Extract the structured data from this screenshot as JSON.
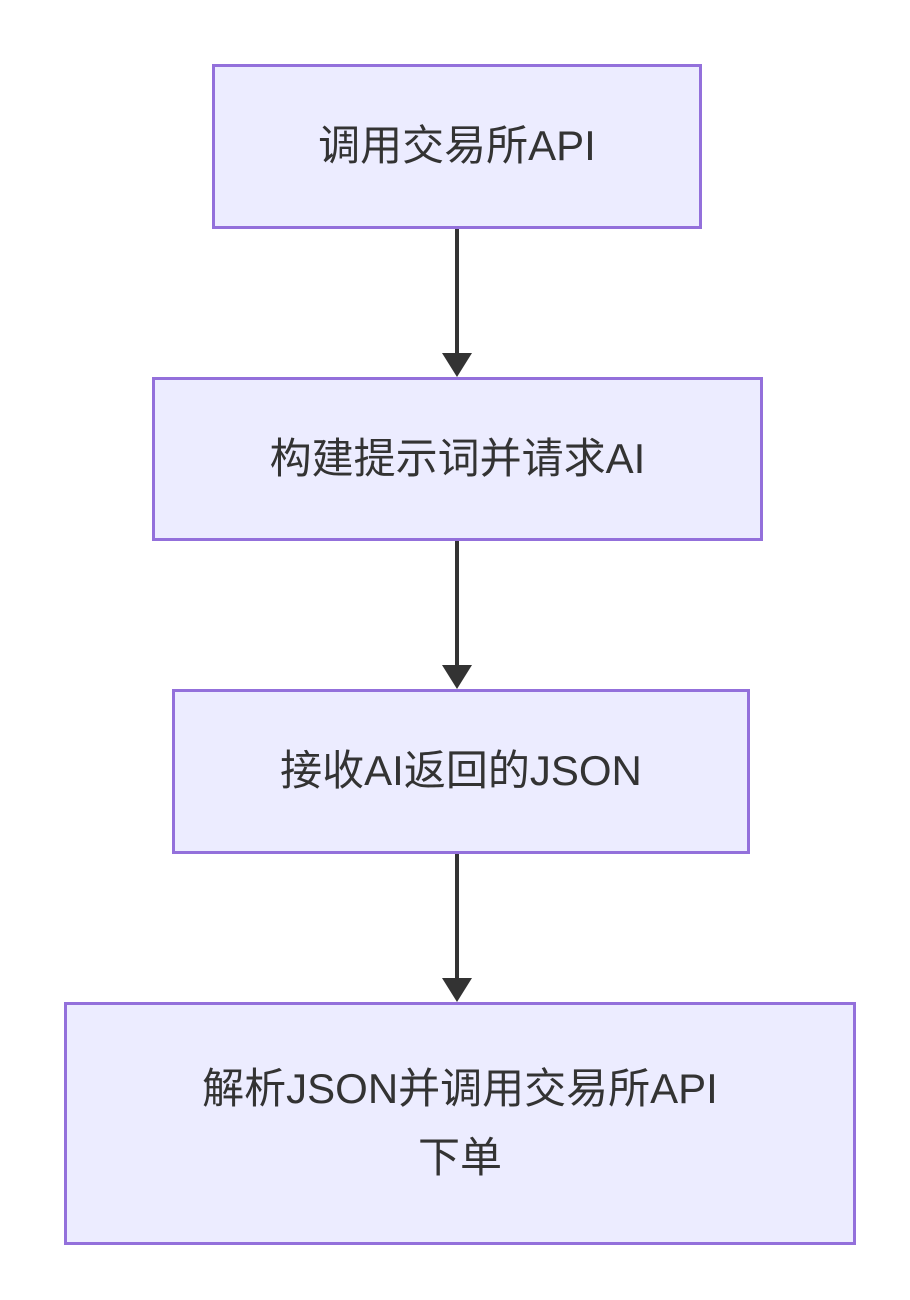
{
  "diagram": {
    "type": "flowchart",
    "direction": "top-down",
    "colors": {
      "background": "#ffffff",
      "node_fill": "#ececff",
      "node_border": "#9370db",
      "arrow_color": "#333333",
      "text_color": "#333333"
    },
    "nodes": [
      {
        "id": "step-1",
        "label": "调用交易所API"
      },
      {
        "id": "step-2",
        "label": "构建提示词并请求AI"
      },
      {
        "id": "step-3",
        "label": "接收AI返回的JSON"
      },
      {
        "id": "step-4",
        "label": "解析JSON并调用交易所API\n下单"
      }
    ],
    "edges": [
      {
        "from": "step-1",
        "to": "step-2",
        "style": "solid-arrow"
      },
      {
        "from": "step-2",
        "to": "step-3",
        "style": "solid-arrow"
      },
      {
        "from": "step-3",
        "to": "step-4",
        "style": "solid-arrow"
      }
    ]
  }
}
